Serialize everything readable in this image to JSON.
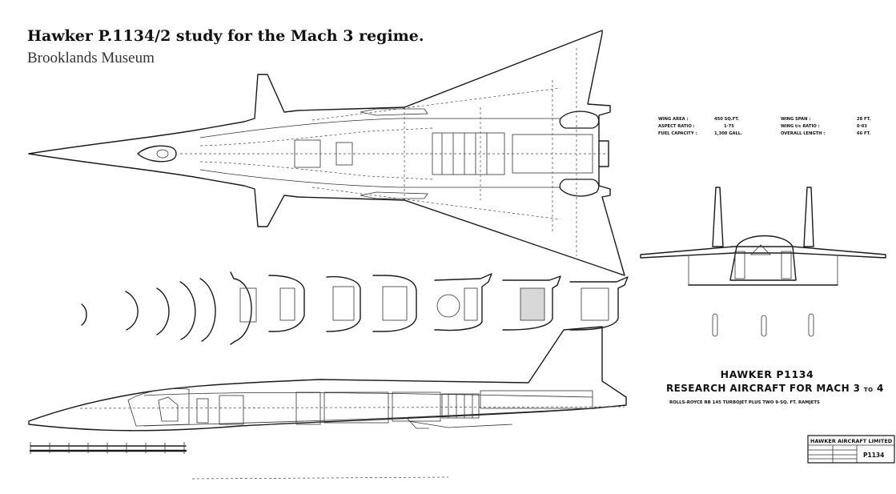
{
  "caption": {
    "title": "Hawker P.1134/2 study for the Mach 3 regime.",
    "credit": "Brooklands Museum"
  },
  "specs": {
    "wing_area_label": "WING AREA :",
    "wing_area_value": "450 SQ.FT.",
    "aspect_ratio_label": "ASPECT RATIO :",
    "aspect_ratio_value": "1·75",
    "fuel_capacity_label": "FUEL CAPACITY :",
    "fuel_capacity_value": "1,300 GALL.",
    "wing_span_label": "WING SPAN :",
    "wing_span_value": "28 FT.",
    "wing_tc_label": "WING t/c RATIO :",
    "wing_tc_value": "0·03",
    "overall_length_label": "OVERALL LENGTH :",
    "overall_length_value": "66 FT."
  },
  "drawing_title": {
    "line1": "HAWKER P1134",
    "line2_main": "RESEARCH AIRCRAFT FOR MACH 3",
    "line2_to": "TO",
    "line2_end": "4",
    "engines": "ROLLS-ROYCE RB 145 TURBOJET  PLUS TWO 9·SQ. FT. RAMJETS"
  },
  "title_block": {
    "company": "HAWKER AIRCRAFT LIMITED",
    "drawing_no": "P1134"
  }
}
